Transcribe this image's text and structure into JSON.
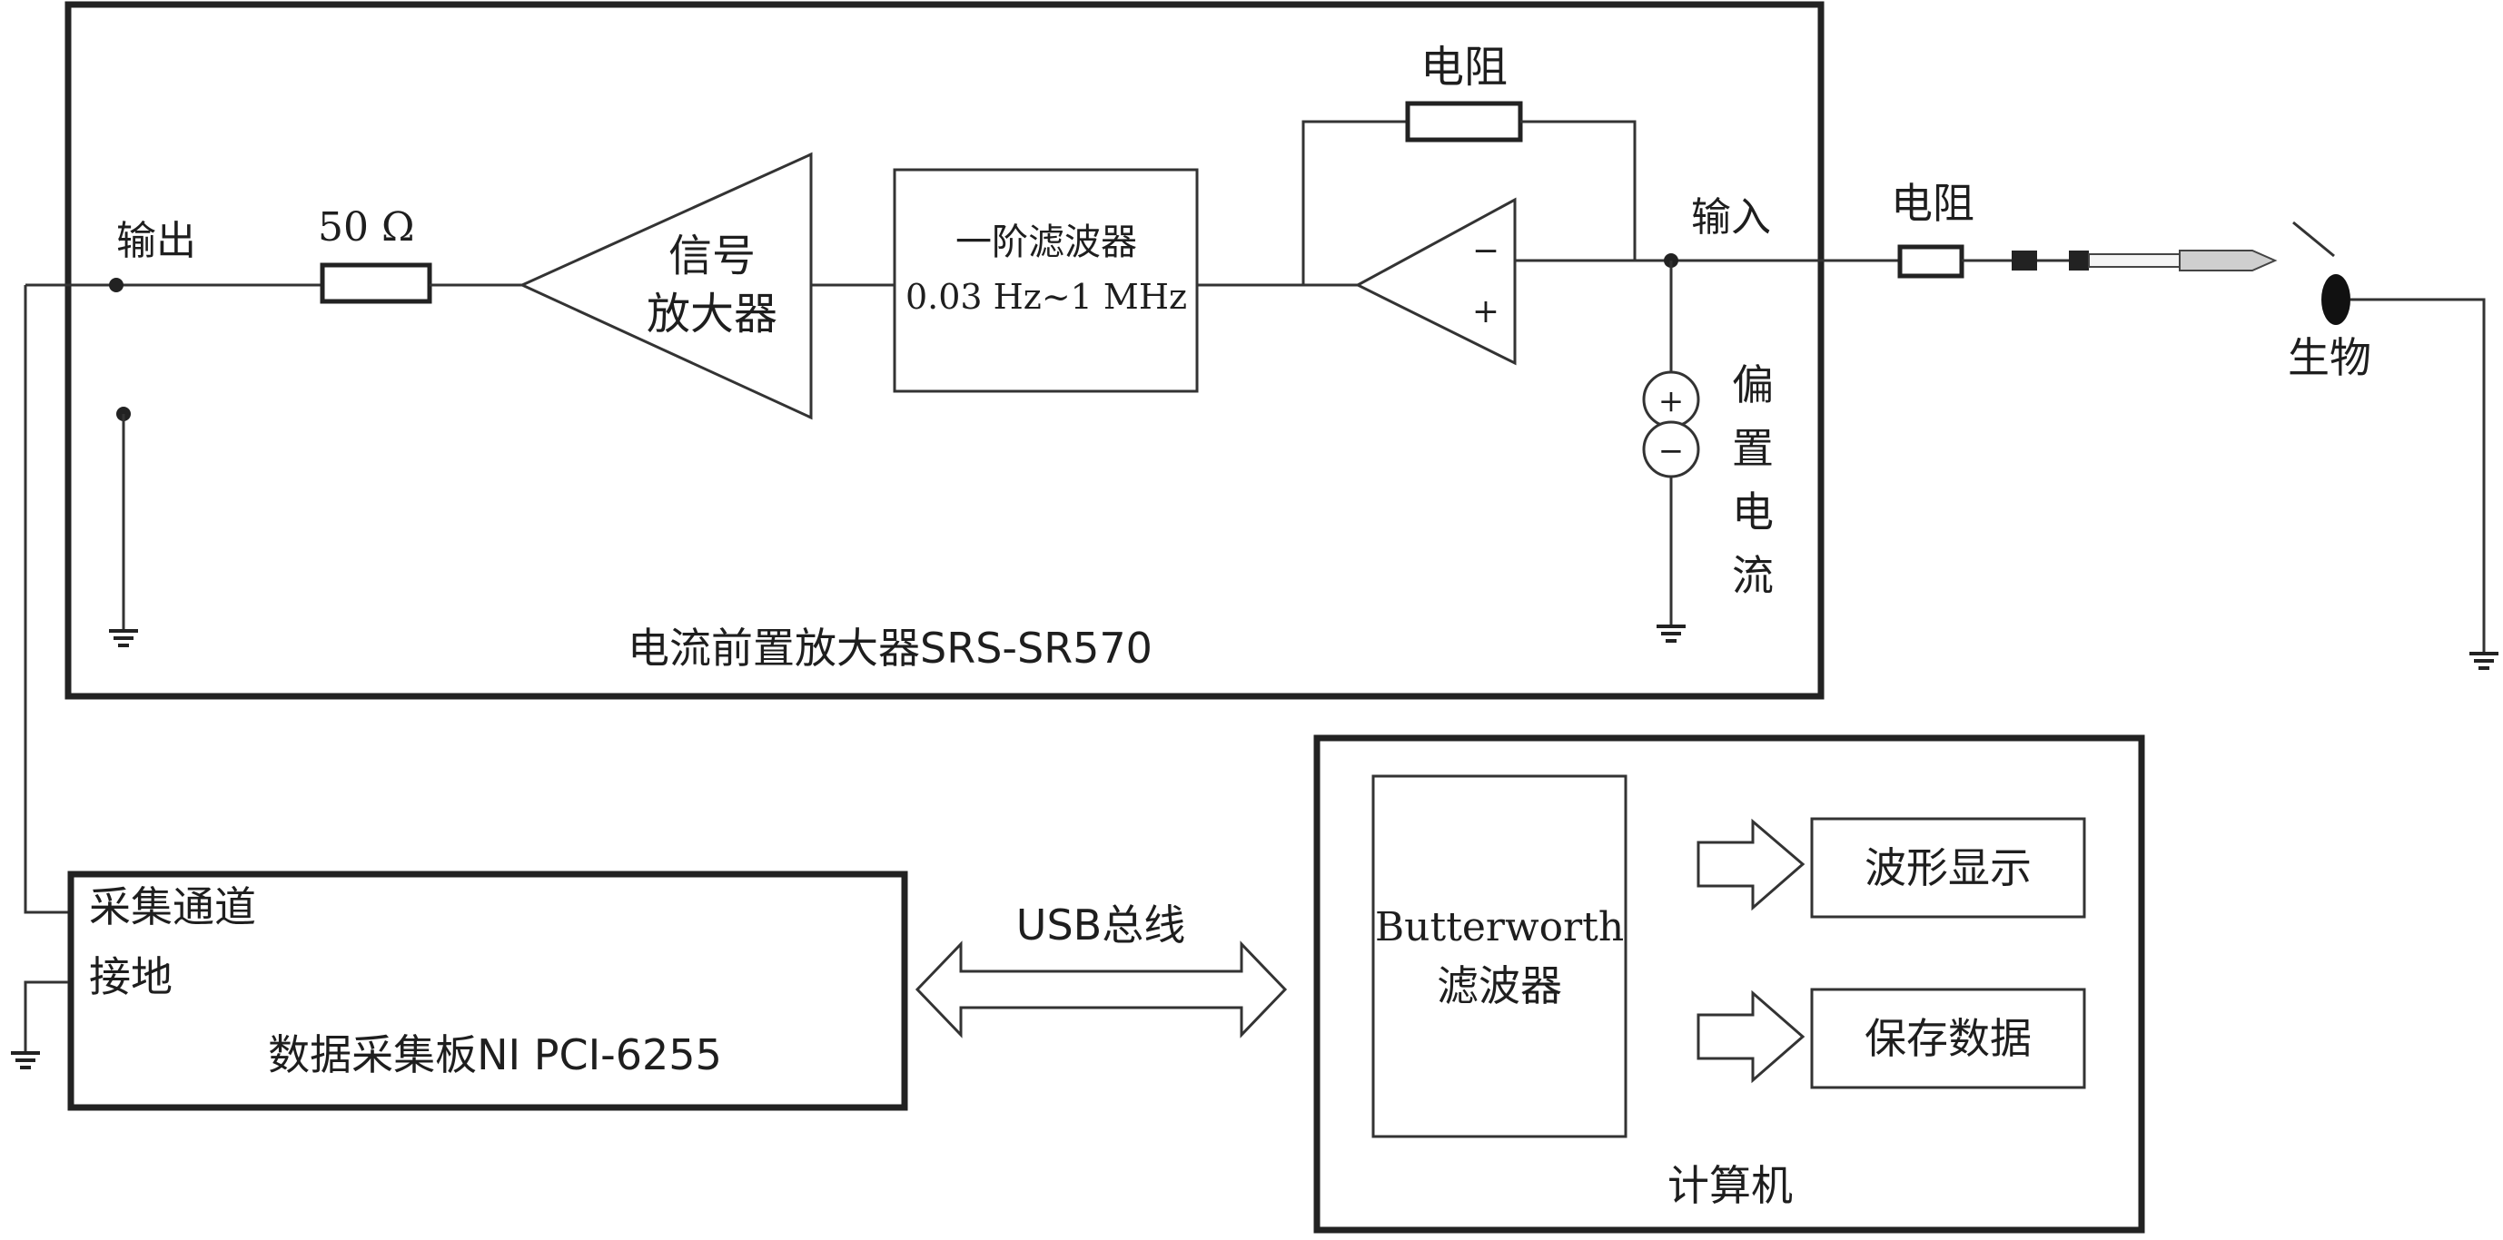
{
  "amplifier": {
    "title": "电流前置放大器SRS-SR570",
    "output_label": "输出",
    "input_label": "输入",
    "resistor_50": "50 Ω",
    "signal_amp_line1": "信号",
    "signal_amp_line2": "放大器",
    "filter_line1": "一阶滤波器",
    "filter_line2": "0.03 Hz~1 MHz",
    "feedback_resistor": "电阻",
    "opamp_minus": "−",
    "opamp_plus": "+",
    "bias_plus": "+",
    "bias_minus": "−",
    "bias_current": [
      "偏",
      "置",
      "电",
      "流"
    ]
  },
  "probe": {
    "resistor_label": "电阻",
    "organism_label": "生物"
  },
  "daq": {
    "channel_label": "采集通道",
    "ground_label": "接地",
    "title": "数据采集板NI PCI-6255"
  },
  "bus": {
    "label": "USB总线"
  },
  "computer": {
    "title": "计算机",
    "filter_line1": "Butterworth",
    "filter_line2": "滤波器",
    "display_label": "波形显示",
    "save_label": "保存数据"
  }
}
